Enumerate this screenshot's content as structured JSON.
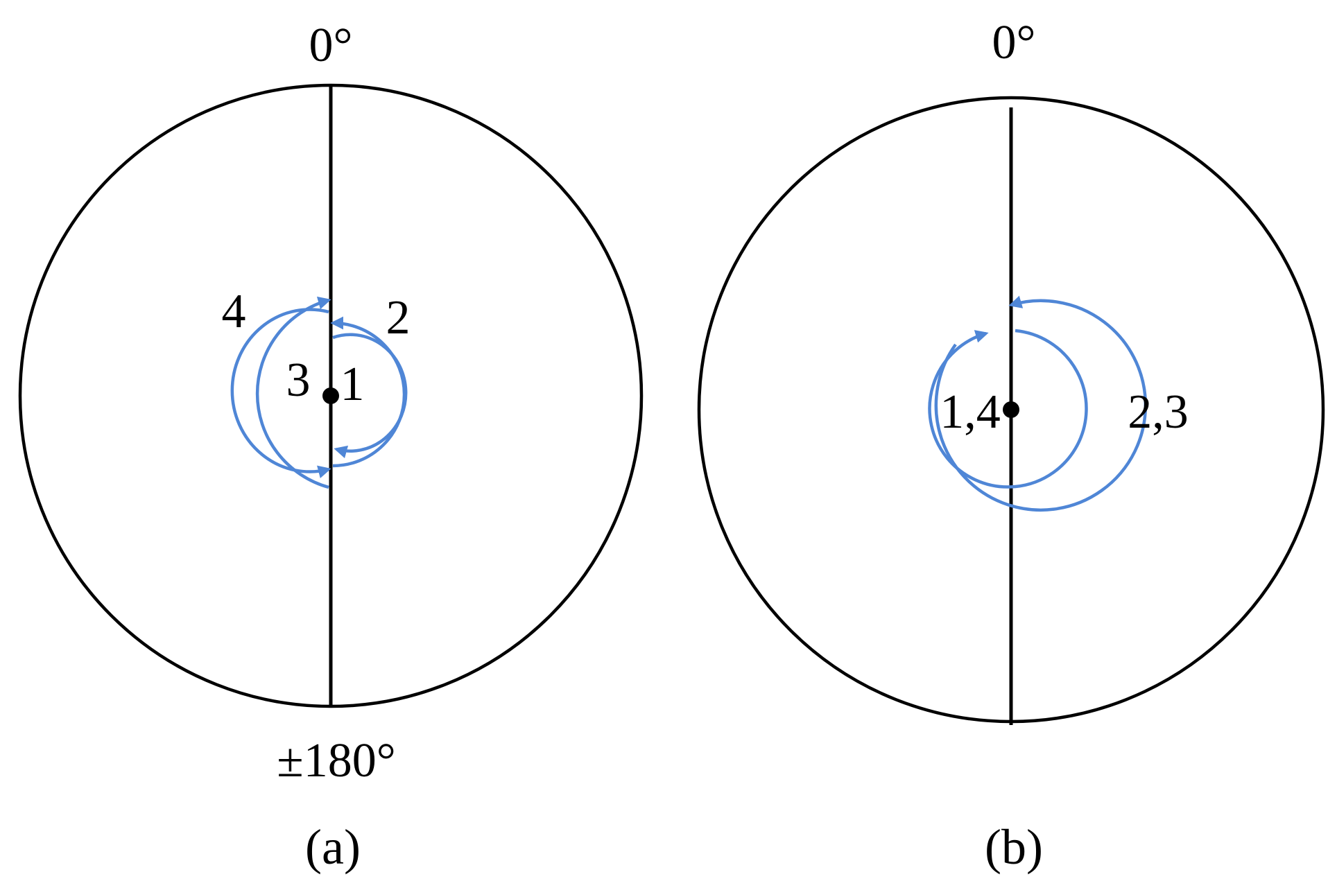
{
  "colors": {
    "line": "#000000",
    "loop": "#4f86d6",
    "background": "#ffffff"
  },
  "panel_a": {
    "label_top": "0°",
    "label_bottom": "±180°",
    "caption": "(a)",
    "loop_labels": {
      "l1": "1",
      "l2": "2",
      "l3": "3",
      "l4": "4"
    }
  },
  "panel_b": {
    "label_top": "0°",
    "caption": "(b)",
    "loop_labels": {
      "l14": "1,4",
      "l23": "2,3"
    }
  }
}
